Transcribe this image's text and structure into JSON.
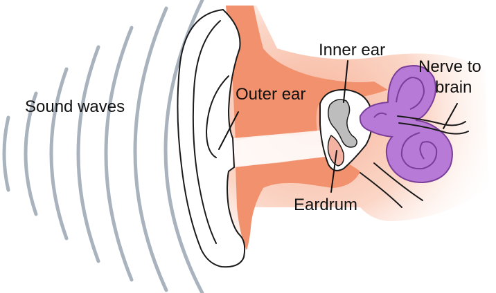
{
  "diagram": {
    "labels": {
      "sound_waves": "Sound waves",
      "outer_ear": "Outer ear",
      "inner_ear": "Inner ear",
      "nerve_line1": "Nerve to",
      "nerve_line2": "brain",
      "eardrum": "Eardrum"
    },
    "colors": {
      "skin": "#f2916d",
      "skin_light": "#fbd9cb",
      "inner_ear": "#b77ad6",
      "inner_ear_dark": "#7a3d99",
      "ossicles": "#bdbdbd",
      "eardrum": "#f4b3a2",
      "wave": "#a9b3bd",
      "outline": "#1a1a1a"
    }
  }
}
